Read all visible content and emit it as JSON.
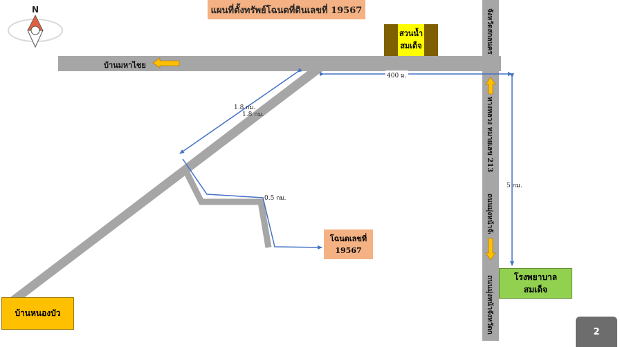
{
  "title": "แผนที่ตั้งทรัพย์โฉนดที่ดินเลขที่ 19567",
  "compass": {
    "north_label": "N"
  },
  "places": {
    "park_line1": "สวนน้ำ",
    "park_line2": "สมเด็จ",
    "deed_line1": "โฉนดเลขที่",
    "deed_line2": "19567",
    "hospital_line1": "โรงพยาบาล",
    "hospital_line2": "สมเด็จ",
    "village_nongbua": "บ้านหนองบัว"
  },
  "roads": {
    "to_mahachai": "บ้านมหาไชย",
    "highway_upper": "จังหวัดสกลนคร",
    "highway_middle": "ทางหลวง หมายเลข 213",
    "highway_lower": "ถนนมุ่งหน้าจังหวัดกาฬสินธุ์"
  },
  "distances": {
    "d_400m": "400 ม.",
    "d_1_8km_a": "1.8 กม.",
    "d_1_8km_b": "1.8 กม.",
    "d_0_5km": "0.5 กม.",
    "d_5km": "5 กม."
  },
  "page_number": "2",
  "colors": {
    "road": "#a6a6a6",
    "arrow_blue": "#4472c4",
    "direction_arrow": "#ffc000",
    "hospital": "#92d050",
    "deed": "#f4b183",
    "village": "#ffc000"
  }
}
